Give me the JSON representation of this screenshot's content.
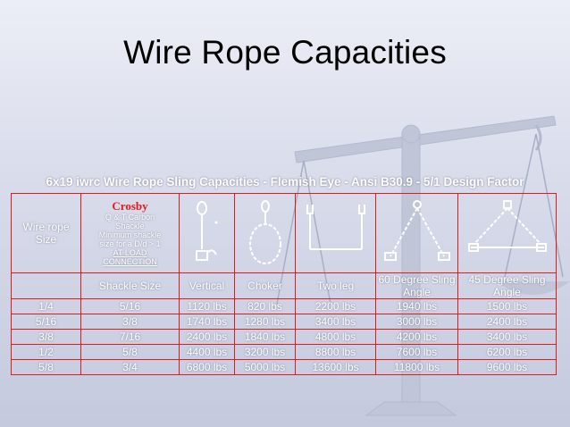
{
  "title": "Wire Rope Capacities",
  "table_heading": "6x19 iwrc Wire Rope Sling Capacities - Flemish Eye - Ansi B30.9 - 5/1 Design Factor",
  "row_header_label": "Wire rope Size",
  "crosby": {
    "brand": "Crosby",
    "line1": "Q & T Carbon",
    "line2": "Shackle",
    "line3": "Minimum shackle",
    "line4": "size for a D/d > 1",
    "link1": "AT LOAD",
    "link2": "CONNECTION"
  },
  "icons": [
    "vertical-hitch-icon",
    "choker-hitch-icon",
    "two-leg-icon",
    "sling-60-icon",
    "sling-45-icon"
  ],
  "columns": [
    "Shackle Size",
    "Vertical",
    "Choker",
    "Two leg",
    "60 Degree Sling Angle",
    "45 Degree Sling Angle"
  ],
  "rows": [
    [
      "1/4",
      "5/16",
      "1120 lbs",
      "820 lbs",
      "2200 lbs",
      "1940 lbs",
      "1500 lbs"
    ],
    [
      "5/16",
      "3/8",
      "1740 lbs",
      "1280 lbs",
      "3400 lbs",
      "3000 lbs",
      "2400 lbs"
    ],
    [
      "3/8",
      "7/16",
      "2400 lbs",
      "1840 lbs",
      "4800 lbs",
      "4200 lbs",
      "3400 lbs"
    ],
    [
      "1/2",
      "5/8",
      "4400 lbs",
      "3200 lbs",
      "8800 lbs",
      "7600 lbs",
      "6200 lbs"
    ],
    [
      "5/8",
      "3/4",
      "6800 lbs",
      "5000 lbs",
      "13600 lbs",
      "11800 lbs",
      "9600 lbs"
    ]
  ],
  "colors": {
    "border": "#e21a1a",
    "brand": "#e21a1a",
    "text": "#ffffff",
    "background": "#d7dbea"
  }
}
